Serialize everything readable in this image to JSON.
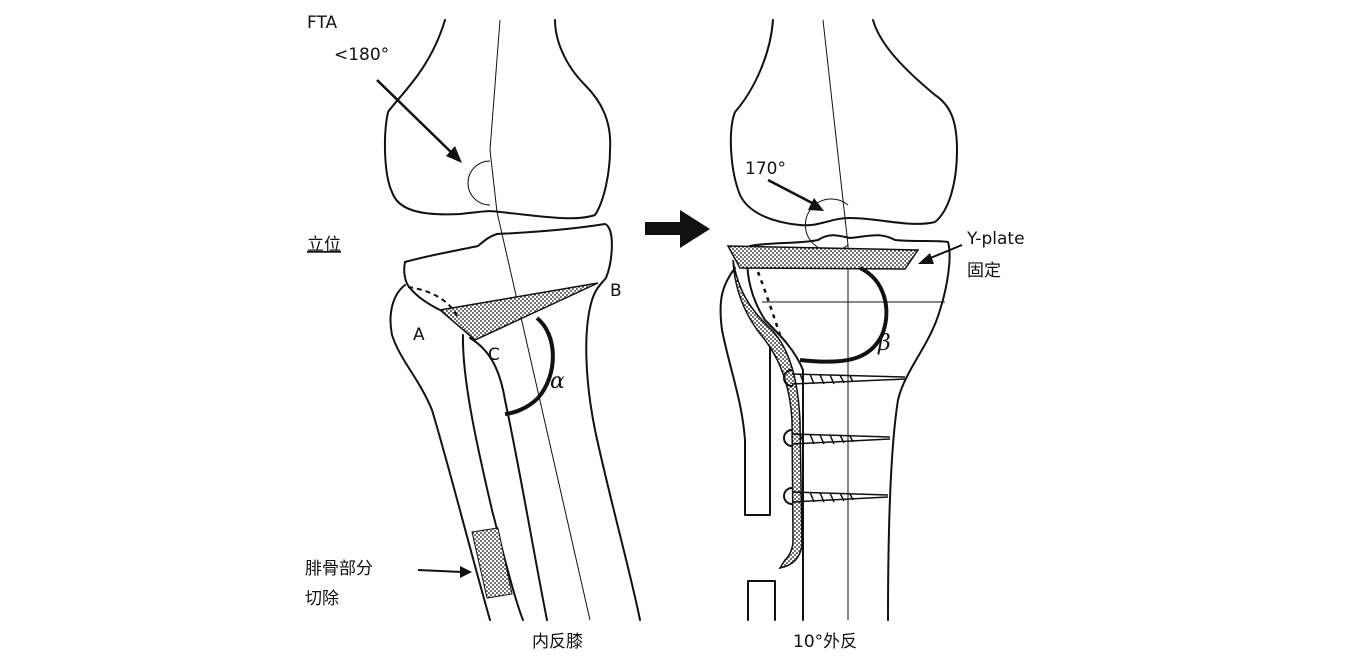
{
  "left_figure": {
    "fta_label": "FTA",
    "fta_value": "<180°",
    "standing_label": "立位",
    "point_a": "A",
    "point_b": "B",
    "point_c": "C",
    "angle_alpha": "α",
    "fibula_label_line1": "腓骨部分",
    "fibula_label_line2": "切除",
    "caption": "内反膝"
  },
  "right_figure": {
    "angle_value": "170°",
    "plate_label_line1": "Y-plate",
    "plate_label_line2": "固定",
    "angle_beta": "β",
    "caption": "10°外反"
  },
  "colors": {
    "ink": "#111111",
    "background": "#ffffff"
  }
}
